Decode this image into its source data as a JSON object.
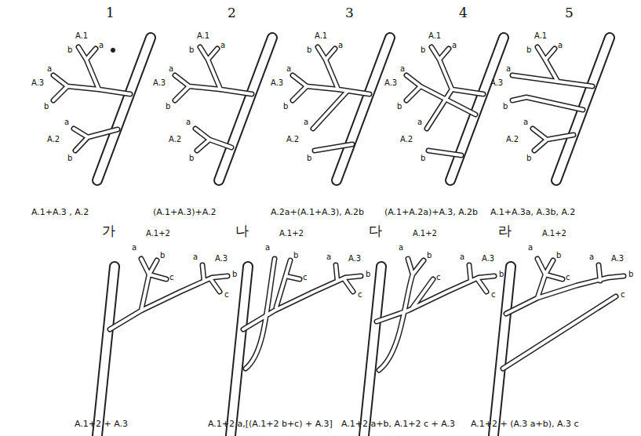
{
  "diagram": {
    "labels": [
      "1",
      "A.1",
      "a",
      "b",
      "A.3",
      "a",
      "b",
      "a",
      "A.2",
      "b",
      "A.1+A.3 , A.2",
      "2",
      "A.1",
      "a",
      "b",
      "A.3",
      "a",
      "b",
      "a",
      "A.2",
      "b",
      "(A.1+A.3)+A.2",
      "3",
      "A.1",
      "a",
      "b",
      "A.3",
      "a",
      "b",
      "a",
      "A.2",
      "b",
      "A.2a+(A.1+A.3), A.2b",
      "4",
      "A.1",
      "a",
      "b",
      "A.3",
      "a",
      "b",
      "a",
      "A.2",
      "b",
      "(A.1+A.2a)+A.3, A.2b",
      "5",
      "A.1",
      "a",
      "b",
      "A.3",
      "a",
      "b",
      "a",
      "A.2",
      "b",
      "A.1+A.3a, A.3b, A.2",
      "가",
      "a",
      "A.1+2",
      "b",
      "c",
      "a",
      "A.3",
      "b",
      "c",
      "A.1+2 + A.3",
      "나",
      "a",
      "A.1+2",
      "b",
      "c",
      "a",
      "A.3",
      "b",
      "c",
      "A.1+2 a,[(A.1+2 b+c) + A.3]",
      "다",
      "a",
      "A.1+2",
      "b",
      "c",
      "a",
      "A.3",
      "b",
      "c",
      "A.1+2 a+b, A.1+2 c + A.3",
      "라",
      "a",
      "A.1+2",
      "b",
      "c",
      "a",
      "A.3",
      "b",
      "c",
      "A.1+2 + (A.3 a+b), A.3 c"
    ]
  }
}
